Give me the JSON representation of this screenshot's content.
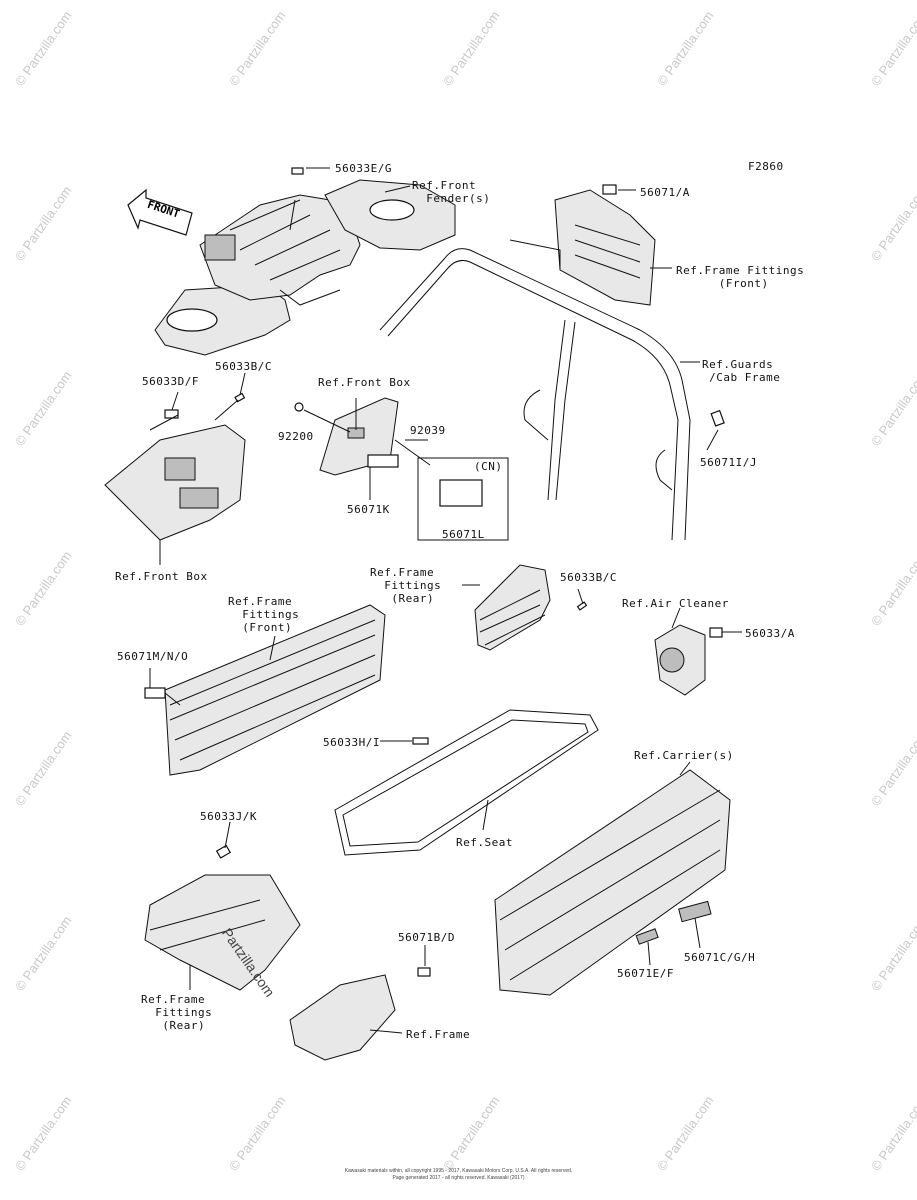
{
  "figure_code": "F2860",
  "front_arrow_text": "FRONT",
  "labels": {
    "l_56033eg": "56033E/G",
    "l_front_fender": "Ref.Front\n  Fender(s)",
    "l_56071a": "56071/A",
    "l_frame_fittings_front_top": "Ref.Frame Fittings\n      (Front)",
    "l_guards_cab": "Ref.Guards\n /Cab Frame",
    "l_56033df": "56033D/F",
    "l_56033bc_left": "56033B/C",
    "l_front_box_top": "Ref.Front Box",
    "l_92200": "92200",
    "l_92039": "92039",
    "l_cn": "(CN)",
    "l_56071ij": "56071I/J",
    "l_56071k": "56071K",
    "l_56071l": "56071L",
    "l_front_box_bottom": "Ref.Front Box",
    "l_frame_fittings_rear_mid": "Ref.Frame\n  Fittings\n   (Rear)",
    "l_56033bc_right": "56033B/C",
    "l_frame_fittings_front_mid": "Ref.Frame\n  Fittings\n  (Front)",
    "l_air_cleaner": "Ref.Air Cleaner",
    "l_56033a": "56033/A",
    "l_56071mno": "56071M/N/O",
    "l_56033hi": "56033H/I",
    "l_carriers": "Ref.Carrier(s)",
    "l_seat": "Ref.Seat",
    "l_56033jk": "56033J/K",
    "l_56071bd": "56071B/D",
    "l_frame_fittings_rear_bottom": "Ref.Frame\n  Fittings\n   (Rear)",
    "l_frame": "Ref.Frame",
    "l_56071ef": "56071E/F",
    "l_56071cgh": "56071C/G/H"
  },
  "watermark_text": "© Partzilla.com",
  "center_watermark": "Partzilla.com",
  "footer": {
    "line1": "Kawasaki materials within, all copyright 1995 - 2017, Kawasaki Motors Corp. U.S.A. All rights reserved.",
    "line2": "Page generated 2017 - all rights reserved. Kawasaki (2017)"
  }
}
